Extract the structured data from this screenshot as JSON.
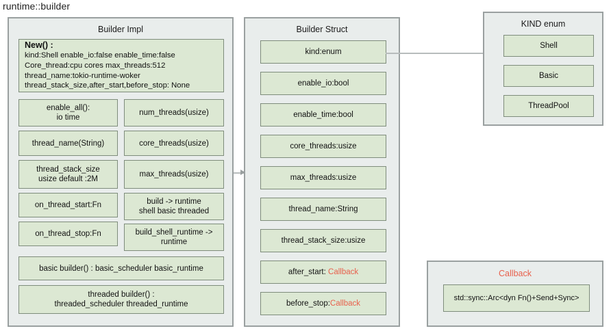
{
  "page": {
    "title": "runtime::builder"
  },
  "colors": {
    "panel_fill": "#e9edec",
    "panel_border": "#9aa0a0",
    "box_fill": "#dce8d3",
    "box_border": "#7e8c7b",
    "accent": "#e8604c",
    "arrow": "#b7bcbc",
    "text": "#111111",
    "background": "#ffffff"
  },
  "builder_impl": {
    "title": "Builder Impl",
    "new_box": {
      "heading": "New() :",
      "lines": [
        "kind:Shell  enable_io:false  enable_time:false",
        "Core_thread:cpu cores  max_threads:512",
        "thread_name:tokio-runtime-woker",
        "thread_stack_size,after_start,before_stop: None"
      ]
    },
    "methods_left": [
      {
        "line1": "enable_all():",
        "line2": "io time"
      },
      {
        "line1": "thread_name(String)",
        "line2": ""
      },
      {
        "line1": "thread_stack_size",
        "line2": "usize default :2M"
      },
      {
        "line1": "on_thread_start:Fn",
        "line2": ""
      },
      {
        "line1": "on_thread_stop:Fn",
        "line2": ""
      }
    ],
    "methods_right": [
      {
        "line1": "num_threads(usize)",
        "line2": ""
      },
      {
        "line1": "core_threads(usize)",
        "line2": ""
      },
      {
        "line1": "max_threads(usize)",
        "line2": ""
      },
      {
        "line1": "build -> runtime",
        "line2": "shell basic threaded"
      },
      {
        "line1": "build_shell_runtime ->",
        "line2": "runtime"
      }
    ],
    "methods_full": [
      {
        "line1": "basic builder() : basic_scheduler basic_runtime",
        "line2": ""
      },
      {
        "line1": "threaded builder() :",
        "line2": "threaded_scheduler threaded_runtime"
      }
    ]
  },
  "builder_struct": {
    "title": "Builder Struct",
    "fields": [
      {
        "label": "kind:enum",
        "accent": ""
      },
      {
        "label": "enable_io:bool",
        "accent": ""
      },
      {
        "label": "enable_time:bool",
        "accent": ""
      },
      {
        "label": "core_threads:usize",
        "accent": ""
      },
      {
        "label": "max_threads:usize",
        "accent": ""
      },
      {
        "label": "thread_name:String",
        "accent": ""
      },
      {
        "label": "thread_stack_size:usize",
        "accent": ""
      },
      {
        "label": "after_start: ",
        "accent": "Callback"
      },
      {
        "label": "before_stop:",
        "accent": "Callback"
      }
    ]
  },
  "kind_enum": {
    "title": "KIND enum",
    "variants": [
      "Shell",
      "Basic",
      "ThreadPool"
    ]
  },
  "callback": {
    "title": "Callback",
    "definition": "std::sync::Arc<dyn Fn()+Send+Sync>"
  }
}
